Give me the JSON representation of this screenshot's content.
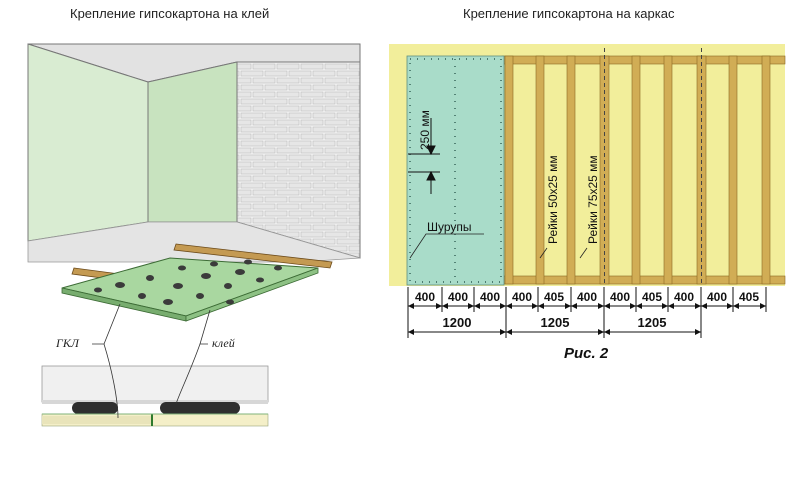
{
  "left_figure": {
    "title": "Крепление гипсокартона на клей",
    "label_gkl": "ГКЛ",
    "label_glue": "клей"
  },
  "right_figure": {
    "title": "Крепление гипсокартона на каркас",
    "label_spacing": "250 мм",
    "label_screws": "Шурупы",
    "label_rail_50": "Рейки 50x25 мм",
    "label_rail_75": "Рейки 75x25 мм",
    "caption": "Рис. 2",
    "small_dims": [
      "400",
      "400",
      "400",
      "400",
      "405",
      "400",
      "400",
      "405",
      "400",
      "400",
      "405"
    ],
    "big_dims": [
      "1200",
      "1205",
      "1205"
    ]
  },
  "colors": {
    "wall_green": "#cfe6c7",
    "brick": "#f1f1f1",
    "board_green": "#a9d7a0",
    "panel_cyan": "#a9dcc9",
    "wood_yellow": "#f4ef9c",
    "stud_brown": "#c7a24a",
    "glue_dark": "#3b3b3b"
  }
}
